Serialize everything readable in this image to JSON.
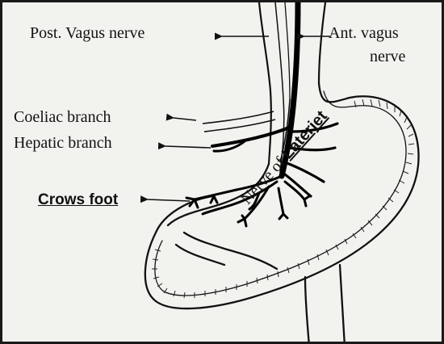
{
  "labels": {
    "post_vagus": "Post. Vagus nerve",
    "ant_vagus_line1": "Ant. vagus",
    "ant_vagus_line2": "nerve",
    "coeliac": "Coeliac branch",
    "hepatic": "Hepatic branch",
    "crows_foot": "Crows foot",
    "nerve_of": "Nerve of ",
    "laterjet": "Laterjet"
  },
  "colors": {
    "ink": "#111111",
    "paper": "#f2f2ef"
  }
}
